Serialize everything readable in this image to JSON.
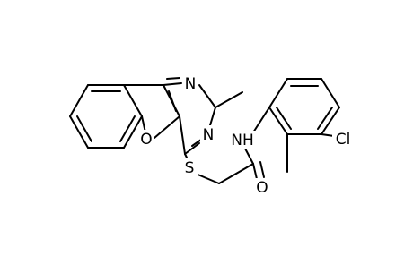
{
  "molecule": {
    "atoms": {
      "n_top": "N",
      "n_ring": "N",
      "o_furan": "O",
      "s_thio": "S",
      "nh_amide": "NH",
      "o_carbonyl": "O",
      "cl": "Cl"
    },
    "colors": {
      "bond": "#000000",
      "label": "#000000",
      "background": "#ffffff"
    }
  }
}
